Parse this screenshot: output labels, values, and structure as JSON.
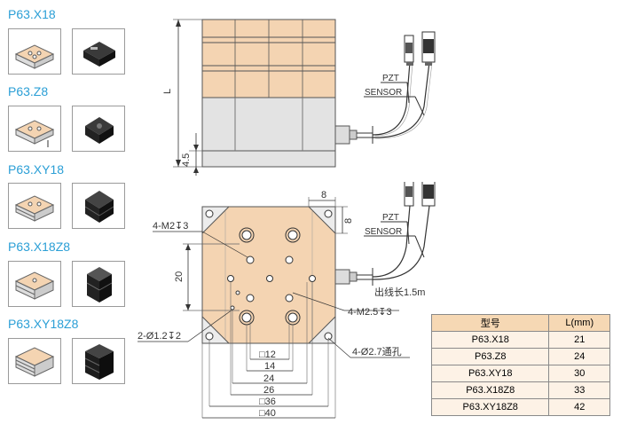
{
  "models": [
    {
      "label": "P63.X18"
    },
    {
      "label": "P63.Z8"
    },
    {
      "label": "P63.XY18"
    },
    {
      "label": "P63.X18Z8"
    },
    {
      "label": "P63.XY18Z8"
    }
  ],
  "side_view": {
    "dim_L": "L",
    "dim_base": "4.5",
    "cable_labels": [
      "PZT",
      "SENSOR"
    ]
  },
  "top_view": {
    "dim_8_horizontal": "8",
    "dim_8_vertical": "8",
    "dim_20": "20",
    "callouts": {
      "m2": "4-M2↧3",
      "m25": "4-M2.5↧3",
      "pin": "2-Ø1.2↧2",
      "through": "4-Ø2.7通孔",
      "cable_length": "出线长1.5m"
    },
    "bottom_dims": [
      "□12",
      "14",
      "24",
      "26",
      "□36",
      "□40"
    ],
    "cable_labels": [
      "PZT",
      "SENSOR"
    ]
  },
  "table": {
    "headers": [
      "型号",
      "L(mm)"
    ],
    "rows": [
      [
        "P63.X18",
        "21"
      ],
      [
        "P63.Z8",
        "24"
      ],
      [
        "P63.XY18",
        "30"
      ],
      [
        "P63.X18Z8",
        "33"
      ],
      [
        "P63.XY18Z8",
        "42"
      ]
    ]
  },
  "colors": {
    "accent": "#2b9fd6",
    "stage": "#f4d4b2",
    "header": "#f6d8b4",
    "row": "#fdf2e6"
  }
}
